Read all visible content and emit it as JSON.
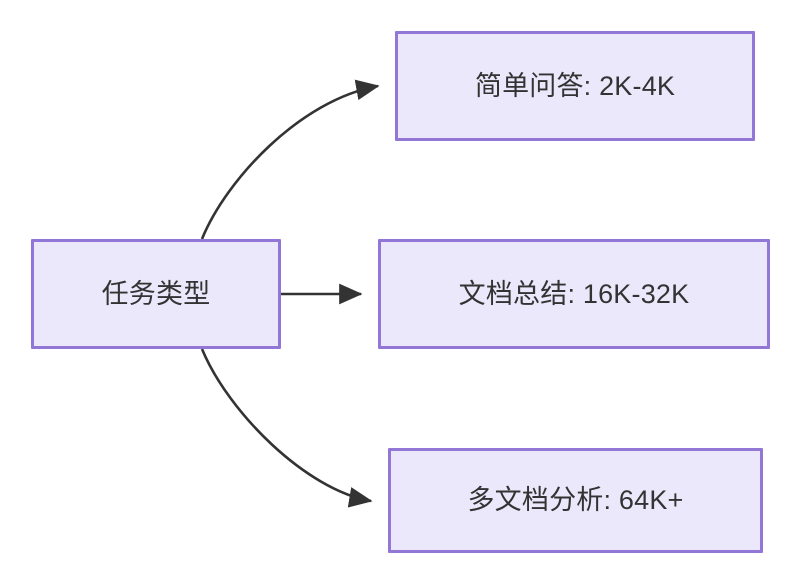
{
  "diagram": {
    "type": "flowchart",
    "direction": "left-to-right",
    "background_color": "#ffffff",
    "node_fill_color": "#eae8fa",
    "node_border_color": "#9277d6",
    "node_text_color": "#333333",
    "edge_color": "#333333",
    "nodes": {
      "root": {
        "label": "任务类型"
      },
      "simple_qa": {
        "label": "简单问答: 2K-4K"
      },
      "doc_summary": {
        "label": "文档总结: 16K-32K"
      },
      "multi_doc": {
        "label": "多文档分析: 64K+"
      }
    },
    "edges": [
      {
        "from": "任务类型",
        "to": "简单问答: 2K-4K",
        "label": "",
        "style": "curved-arrow"
      },
      {
        "from": "任务类型",
        "to": "文档总结: 16K-32K",
        "label": "",
        "style": "straight-arrow"
      },
      {
        "from": "任务类型",
        "to": "多文档分析: 64K+",
        "label": "",
        "style": "curved-arrow"
      }
    ]
  }
}
